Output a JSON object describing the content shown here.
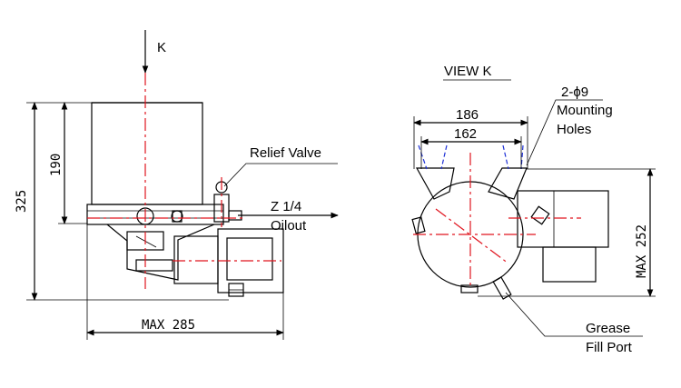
{
  "view_label": "K",
  "view_k_title": "VIEW  K",
  "relief_valve_label": "Relief Valve",
  "z_quarter_label": "Z  1/4",
  "oilout_label": "Oilout",
  "dim_325": "325",
  "dim_190": "190",
  "dim_max285": "MAX  285",
  "dim_186": "186",
  "dim_162": "162",
  "holes_count": "2-ϕ9",
  "holes_line1": "Mounting",
  "holes_line2": "Holes",
  "dim_max252": "MAX 252",
  "grease_line1": "Grease",
  "grease_line2": "Fill Port",
  "colors": {
    "centerline": "#e0141e",
    "hidden": "#1c2fd6",
    "line": "#000000"
  }
}
